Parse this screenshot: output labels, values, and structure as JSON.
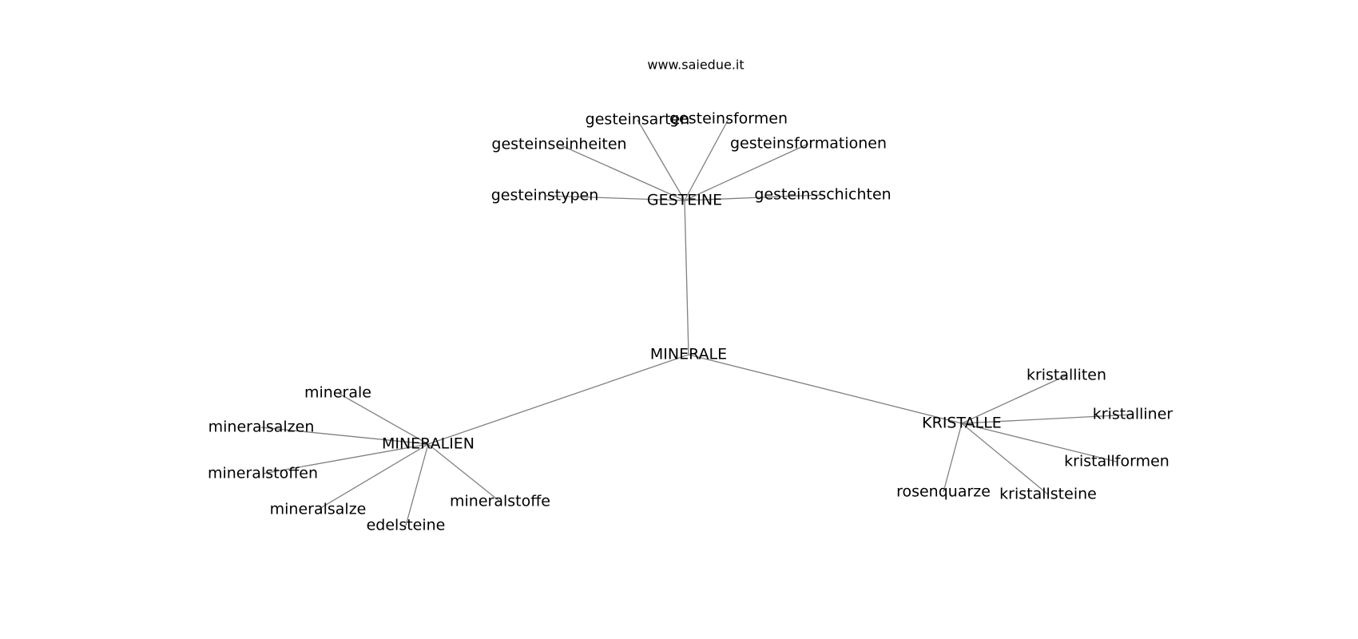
{
  "header": {
    "watermark": "www.saiedue.it"
  },
  "graph": {
    "root": "MINERALE",
    "groups": [
      {
        "hub": "GESTEINE",
        "children": [
          "gesteinsarten",
          "gesteinsformen",
          "gesteinseinheiten",
          "gesteinsformationen",
          "gesteinstypen",
          "gesteinsschichten"
        ]
      },
      {
        "hub": "MINERALIEN",
        "children": [
          "minerale",
          "mineralsalzen",
          "mineralstoffen",
          "mineralsalze",
          "edelsteine",
          "mineralstoffe"
        ]
      },
      {
        "hub": "KRISTALLE",
        "children": [
          "kristalliten",
          "kristalliner",
          "kristallformen",
          "kristallsteine",
          "rosenquarze"
        ]
      }
    ]
  }
}
